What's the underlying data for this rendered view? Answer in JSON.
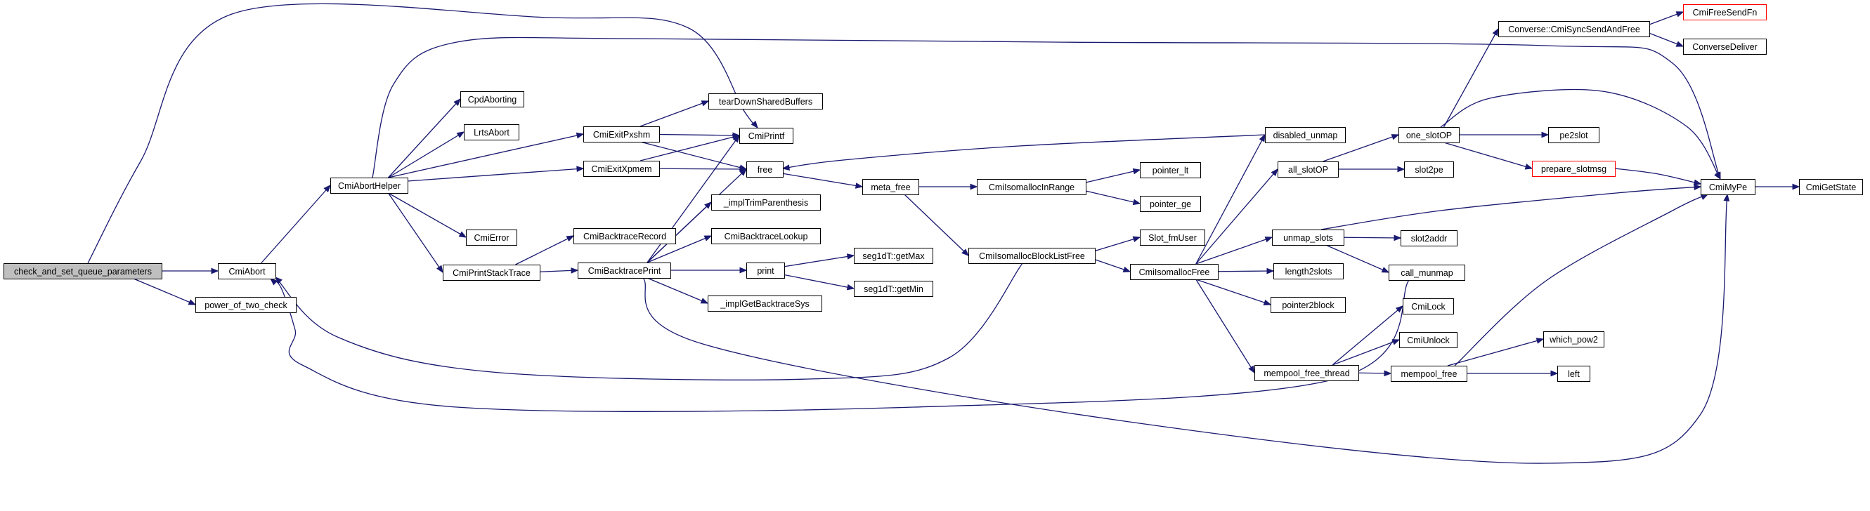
{
  "colors": {
    "edge": "#191970",
    "border": "#000000",
    "border_truncated": "#ff0000",
    "root_fill": "#bfbfbf",
    "fill": "#ffffff",
    "text": "#000000"
  },
  "nodes": [
    {
      "id": "check_and_set_queue_parameters",
      "label": "check_and_set_queue_parameters",
      "root": true
    },
    {
      "id": "CmiAbort",
      "label": "CmiAbort"
    },
    {
      "id": "power_of_two_check",
      "label": "power_of_two_check"
    },
    {
      "id": "CmiAbortHelper",
      "label": "CmiAbortHelper"
    },
    {
      "id": "CpdAborting",
      "label": "CpdAborting"
    },
    {
      "id": "LrtsAbort",
      "label": "LrtsAbort"
    },
    {
      "id": "CmiError",
      "label": "CmiError"
    },
    {
      "id": "CmiPrintStackTrace",
      "label": "CmiPrintStackTrace"
    },
    {
      "id": "CmiExitPxshm",
      "label": "CmiExitPxshm"
    },
    {
      "id": "CmiExitXpmem",
      "label": "CmiExitXpmem"
    },
    {
      "id": "CmiBacktraceRecord",
      "label": "CmiBacktraceRecord"
    },
    {
      "id": "CmiBacktracePrint",
      "label": "CmiBacktracePrint"
    },
    {
      "id": "tearDownSharedBuffers",
      "label": "tearDownSharedBuffers"
    },
    {
      "id": "CmiPrintf",
      "label": "CmiPrintf"
    },
    {
      "id": "free",
      "label": "free"
    },
    {
      "id": "_implTrimParenthesis",
      "label": "_implTrimParenthesis"
    },
    {
      "id": "CmiBacktraceLookup",
      "label": "CmiBacktraceLookup"
    },
    {
      "id": "print",
      "label": "print"
    },
    {
      "id": "_implGetBacktraceSys",
      "label": "_implGetBacktraceSys"
    },
    {
      "id": "meta_free",
      "label": "meta_free"
    },
    {
      "id": "seg1dT_getMax",
      "label": "seg1dT::getMax"
    },
    {
      "id": "seg1dT_getMin",
      "label": "seg1dT::getMin"
    },
    {
      "id": "CmiIsomallocInRange",
      "label": "CmiIsomallocInRange"
    },
    {
      "id": "CmiIsomallocBlockListFree",
      "label": "CmiIsomallocBlockListFree"
    },
    {
      "id": "pointer_lt",
      "label": "pointer_lt"
    },
    {
      "id": "pointer_ge",
      "label": "pointer_ge"
    },
    {
      "id": "Slot_fmUser",
      "label": "Slot_fmUser"
    },
    {
      "id": "CmiIsomallocFree",
      "label": "CmiIsomallocFree"
    },
    {
      "id": "disabled_unmap",
      "label": "disabled_unmap"
    },
    {
      "id": "all_slotOP",
      "label": "all_slotOP"
    },
    {
      "id": "unmap_slots",
      "label": "unmap_slots"
    },
    {
      "id": "length2slots",
      "label": "length2slots"
    },
    {
      "id": "pointer2block",
      "label": "pointer2block"
    },
    {
      "id": "mempool_free_thread",
      "label": "mempool_free_thread"
    },
    {
      "id": "one_slotOP",
      "label": "one_slotOP"
    },
    {
      "id": "slot2pe",
      "label": "slot2pe"
    },
    {
      "id": "slot2addr",
      "label": "slot2addr"
    },
    {
      "id": "call_munmap",
      "label": "call_munmap"
    },
    {
      "id": "CmiLock",
      "label": "CmiLock"
    },
    {
      "id": "CmiUnlock",
      "label": "CmiUnlock"
    },
    {
      "id": "mempool_free",
      "label": "mempool_free"
    },
    {
      "id": "Converse_CmiSyncSendAndFree",
      "label": "Converse::CmiSyncSendAndFree"
    },
    {
      "id": "pe2slot",
      "label": "pe2slot"
    },
    {
      "id": "prepare_slotmsg",
      "label": "prepare_slotmsg",
      "truncated": true
    },
    {
      "id": "which_pow2",
      "label": "which_pow2"
    },
    {
      "id": "left",
      "label": "left"
    },
    {
      "id": "CmiFreeSendFn",
      "label": "CmiFreeSendFn",
      "truncated": true
    },
    {
      "id": "ConverseDeliver",
      "label": "ConverseDeliver"
    },
    {
      "id": "CmiMyPe",
      "label": "CmiMyPe"
    },
    {
      "id": "CmiGetState",
      "label": "CmiGetState"
    }
  ],
  "edges": [
    {
      "from": "check_and_set_queue_parameters",
      "to": "CmiAbort"
    },
    {
      "from": "check_and_set_queue_parameters",
      "to": "power_of_two_check"
    },
    {
      "from": "check_and_set_queue_parameters",
      "to": "CmiPrintf"
    },
    {
      "from": "CmiAbort",
      "to": "CmiAbortHelper"
    },
    {
      "from": "CmiAbortHelper",
      "to": "CpdAborting"
    },
    {
      "from": "CmiAbortHelper",
      "to": "LrtsAbort"
    },
    {
      "from": "CmiAbortHelper",
      "to": "CmiExitPxshm"
    },
    {
      "from": "CmiAbortHelper",
      "to": "CmiExitXpmem"
    },
    {
      "from": "CmiAbortHelper",
      "to": "CmiError"
    },
    {
      "from": "CmiAbortHelper",
      "to": "CmiPrintStackTrace"
    },
    {
      "from": "CmiAbortHelper",
      "to": "CmiMyPe"
    },
    {
      "from": "CmiPrintStackTrace",
      "to": "CmiBacktraceRecord"
    },
    {
      "from": "CmiPrintStackTrace",
      "to": "CmiBacktracePrint"
    },
    {
      "from": "CmiExitPxshm",
      "to": "tearDownSharedBuffers"
    },
    {
      "from": "CmiExitPxshm",
      "to": "CmiPrintf"
    },
    {
      "from": "CmiExitPxshm",
      "to": "free"
    },
    {
      "from": "CmiExitXpmem",
      "to": "CmiPrintf"
    },
    {
      "from": "CmiExitXpmem",
      "to": "free"
    },
    {
      "from": "CmiBacktracePrint",
      "to": "CmiPrintf"
    },
    {
      "from": "CmiBacktracePrint",
      "to": "free"
    },
    {
      "from": "CmiBacktracePrint",
      "to": "_implTrimParenthesis"
    },
    {
      "from": "CmiBacktracePrint",
      "to": "CmiBacktraceLookup"
    },
    {
      "from": "CmiBacktracePrint",
      "to": "print"
    },
    {
      "from": "CmiBacktracePrint",
      "to": "_implGetBacktraceSys"
    },
    {
      "from": "CmiBacktracePrint",
      "to": "CmiMyPe"
    },
    {
      "from": "free",
      "to": "meta_free"
    },
    {
      "from": "print",
      "to": "seg1dT_getMax"
    },
    {
      "from": "print",
      "to": "seg1dT_getMin"
    },
    {
      "from": "meta_free",
      "to": "CmiIsomallocInRange"
    },
    {
      "from": "meta_free",
      "to": "CmiIsomallocBlockListFree"
    },
    {
      "from": "CmiIsomallocInRange",
      "to": "pointer_lt"
    },
    {
      "from": "CmiIsomallocInRange",
      "to": "pointer_ge"
    },
    {
      "from": "CmiIsomallocBlockListFree",
      "to": "Slot_fmUser"
    },
    {
      "from": "CmiIsomallocBlockListFree",
      "to": "CmiIsomallocFree"
    },
    {
      "from": "CmiIsomallocBlockListFree",
      "to": "CmiAbort"
    },
    {
      "from": "CmiIsomallocFree",
      "to": "disabled_unmap"
    },
    {
      "from": "CmiIsomallocFree",
      "to": "all_slotOP"
    },
    {
      "from": "CmiIsomallocFree",
      "to": "unmap_slots"
    },
    {
      "from": "CmiIsomallocFree",
      "to": "length2slots"
    },
    {
      "from": "CmiIsomallocFree",
      "to": "pointer2block"
    },
    {
      "from": "CmiIsomallocFree",
      "to": "mempool_free_thread"
    },
    {
      "from": "disabled_unmap",
      "to": "free"
    },
    {
      "from": "all_slotOP",
      "to": "one_slotOP"
    },
    {
      "from": "all_slotOP",
      "to": "slot2pe"
    },
    {
      "from": "unmap_slots",
      "to": "slot2addr"
    },
    {
      "from": "unmap_slots",
      "to": "call_munmap"
    },
    {
      "from": "unmap_slots",
      "to": "CmiMyPe"
    },
    {
      "from": "call_munmap",
      "to": "CmiAbort"
    },
    {
      "from": "mempool_free_thread",
      "to": "CmiLock"
    },
    {
      "from": "mempool_free_thread",
      "to": "CmiUnlock"
    },
    {
      "from": "mempool_free_thread",
      "to": "mempool_free"
    },
    {
      "from": "mempool_free",
      "to": "which_pow2"
    },
    {
      "from": "mempool_free",
      "to": "left"
    },
    {
      "from": "mempool_free",
      "to": "CmiMyPe"
    },
    {
      "from": "one_slotOP",
      "to": "Converse_CmiSyncSendAndFree"
    },
    {
      "from": "one_slotOP",
      "to": "pe2slot"
    },
    {
      "from": "one_slotOP",
      "to": "prepare_slotmsg"
    },
    {
      "from": "one_slotOP",
      "to": "CmiMyPe"
    },
    {
      "from": "prepare_slotmsg",
      "to": "CmiMyPe"
    },
    {
      "from": "Converse_CmiSyncSendAndFree",
      "to": "CmiFreeSendFn"
    },
    {
      "from": "Converse_CmiSyncSendAndFree",
      "to": "ConverseDeliver"
    },
    {
      "from": "CmiMyPe",
      "to": "CmiGetState"
    }
  ]
}
